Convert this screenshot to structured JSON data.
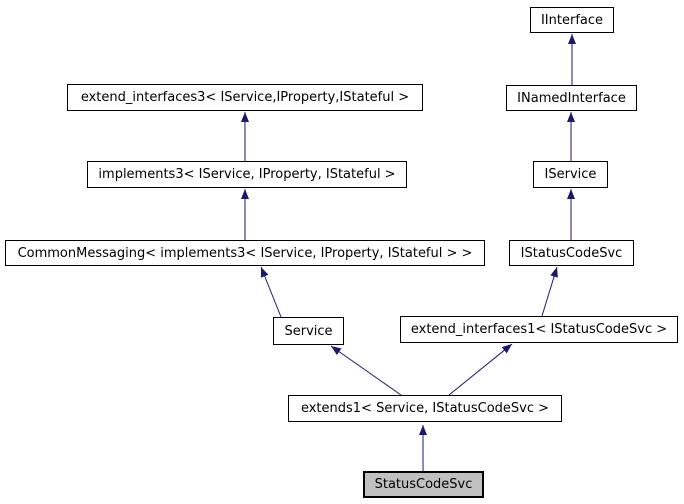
{
  "diagram": {
    "type": "class-inheritance-graph",
    "colors": {
      "background": "#ffffff",
      "edge": "#191970",
      "node_border": "#000000",
      "node_fill": "#ffffff",
      "highlight_node_fill": "#c0c0c0",
      "text": "#000000"
    },
    "nodes": [
      {
        "id": "IInterface",
        "label": "IInterface",
        "highlighted": false
      },
      {
        "id": "INamedInterface",
        "label": "INamedInterface",
        "highlighted": false
      },
      {
        "id": "extend_interfaces3",
        "label": "extend_interfaces3< IService,IProperty,IStateful >",
        "highlighted": false
      },
      {
        "id": "implements3",
        "label": "implements3< IService, IProperty, IStateful >",
        "highlighted": false
      },
      {
        "id": "IService",
        "label": "IService",
        "highlighted": false
      },
      {
        "id": "CommonMessaging",
        "label": "CommonMessaging< implements3< IService, IProperty, IStateful > >",
        "highlighted": false
      },
      {
        "id": "IStatusCodeSvc",
        "label": "IStatusCodeSvc",
        "highlighted": false
      },
      {
        "id": "Service",
        "label": "Service",
        "highlighted": false
      },
      {
        "id": "extend_interfaces1",
        "label": "extend_interfaces1< IStatusCodeSvc >",
        "highlighted": false
      },
      {
        "id": "extends1",
        "label": "extends1< Service, IStatusCodeSvc >",
        "highlighted": false
      },
      {
        "id": "StatusCodeSvc",
        "label": "StatusCodeSvc",
        "highlighted": true
      }
    ],
    "edges": [
      {
        "from": "INamedInterface",
        "to": "IInterface"
      },
      {
        "from": "IService",
        "to": "INamedInterface"
      },
      {
        "from": "IStatusCodeSvc",
        "to": "IService"
      },
      {
        "from": "implements3",
        "to": "extend_interfaces3"
      },
      {
        "from": "CommonMessaging",
        "to": "implements3"
      },
      {
        "from": "Service",
        "to": "CommonMessaging"
      },
      {
        "from": "extend_interfaces1",
        "to": "IStatusCodeSvc"
      },
      {
        "from": "extends1",
        "to": "Service"
      },
      {
        "from": "extends1",
        "to": "extend_interfaces1"
      },
      {
        "from": "StatusCodeSvc",
        "to": "extends1"
      }
    ]
  }
}
